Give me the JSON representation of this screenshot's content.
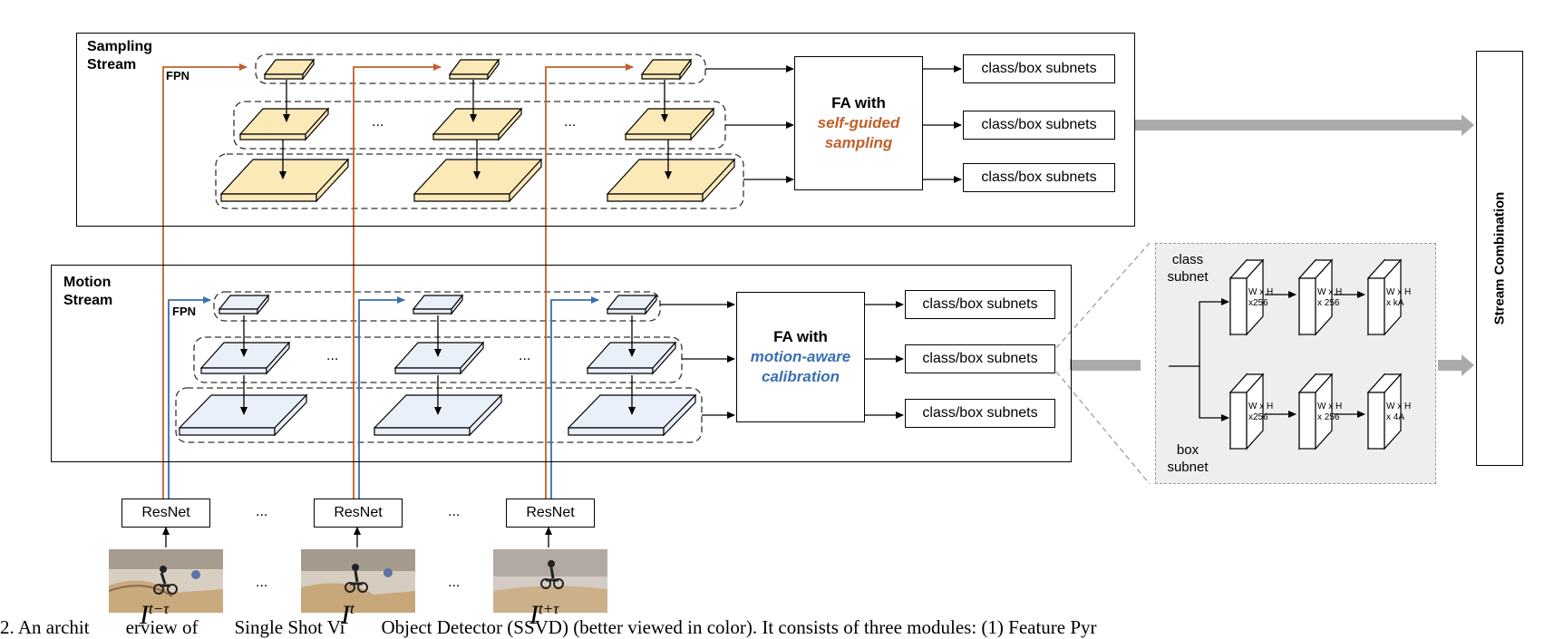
{
  "colors": {
    "sampling_accent": "#c0602a",
    "motion_accent": "#3a6fb0",
    "sampling_map_fill": "#fbe9b8",
    "motion_map_fill": "#e9f0fa",
    "detail_bg": "#eeeeee",
    "thick_arrow": "#aaaaaa"
  },
  "sampling_stream": {
    "label": "Sampling Stream",
    "fpn_label": "FPN",
    "fa_line1": "FA with",
    "fa_line2": "self-guided",
    "fa_line3": "sampling",
    "subnets": [
      "class/box subnets",
      "class/box subnets",
      "class/box subnets"
    ],
    "ellipsis": [
      "...",
      "..."
    ]
  },
  "motion_stream": {
    "label": "Motion Stream",
    "fpn_label": "FPN",
    "fa_line1": "FA with",
    "fa_line2": "motion-aware",
    "fa_line3": "calibration",
    "subnets": [
      "class/box subnets",
      "class/box subnets",
      "class/box subnets"
    ],
    "ellipsis": [
      "...",
      "..."
    ]
  },
  "backbone": {
    "resnet_labels": [
      "ResNet",
      "ResNet",
      "ResNet"
    ],
    "ellipsis": [
      "...",
      "..."
    ],
    "frame_ellipsis": [
      "...",
      "..."
    ]
  },
  "frames": {
    "labels": [
      "I",
      "I",
      "I"
    ],
    "superscripts": [
      "t−τ",
      "t",
      "t+τ"
    ]
  },
  "combination": {
    "label": "Stream Combination"
  },
  "subnet_detail": {
    "class_label_1": "class",
    "class_label_2": "subnet",
    "box_label_1": "box",
    "box_label_2": "subnet",
    "class_maps": [
      [
        "W x H",
        "x256"
      ],
      [
        "W x H",
        "x 256"
      ],
      [
        "W x H",
        "x kA"
      ]
    ],
    "box_maps": [
      [
        "W x H",
        "x256"
      ],
      [
        "W x H",
        "x 256"
      ],
      [
        "W x H",
        "x 4A"
      ]
    ]
  },
  "caption": {
    "text_1": "2.  An archit",
    "text_2": "erview of",
    "text_3": "Single Shot Vi",
    "text_4": "Object Detector (SSVD) (better viewed in color). It consists of three modules: (1) Feature Pyr"
  }
}
